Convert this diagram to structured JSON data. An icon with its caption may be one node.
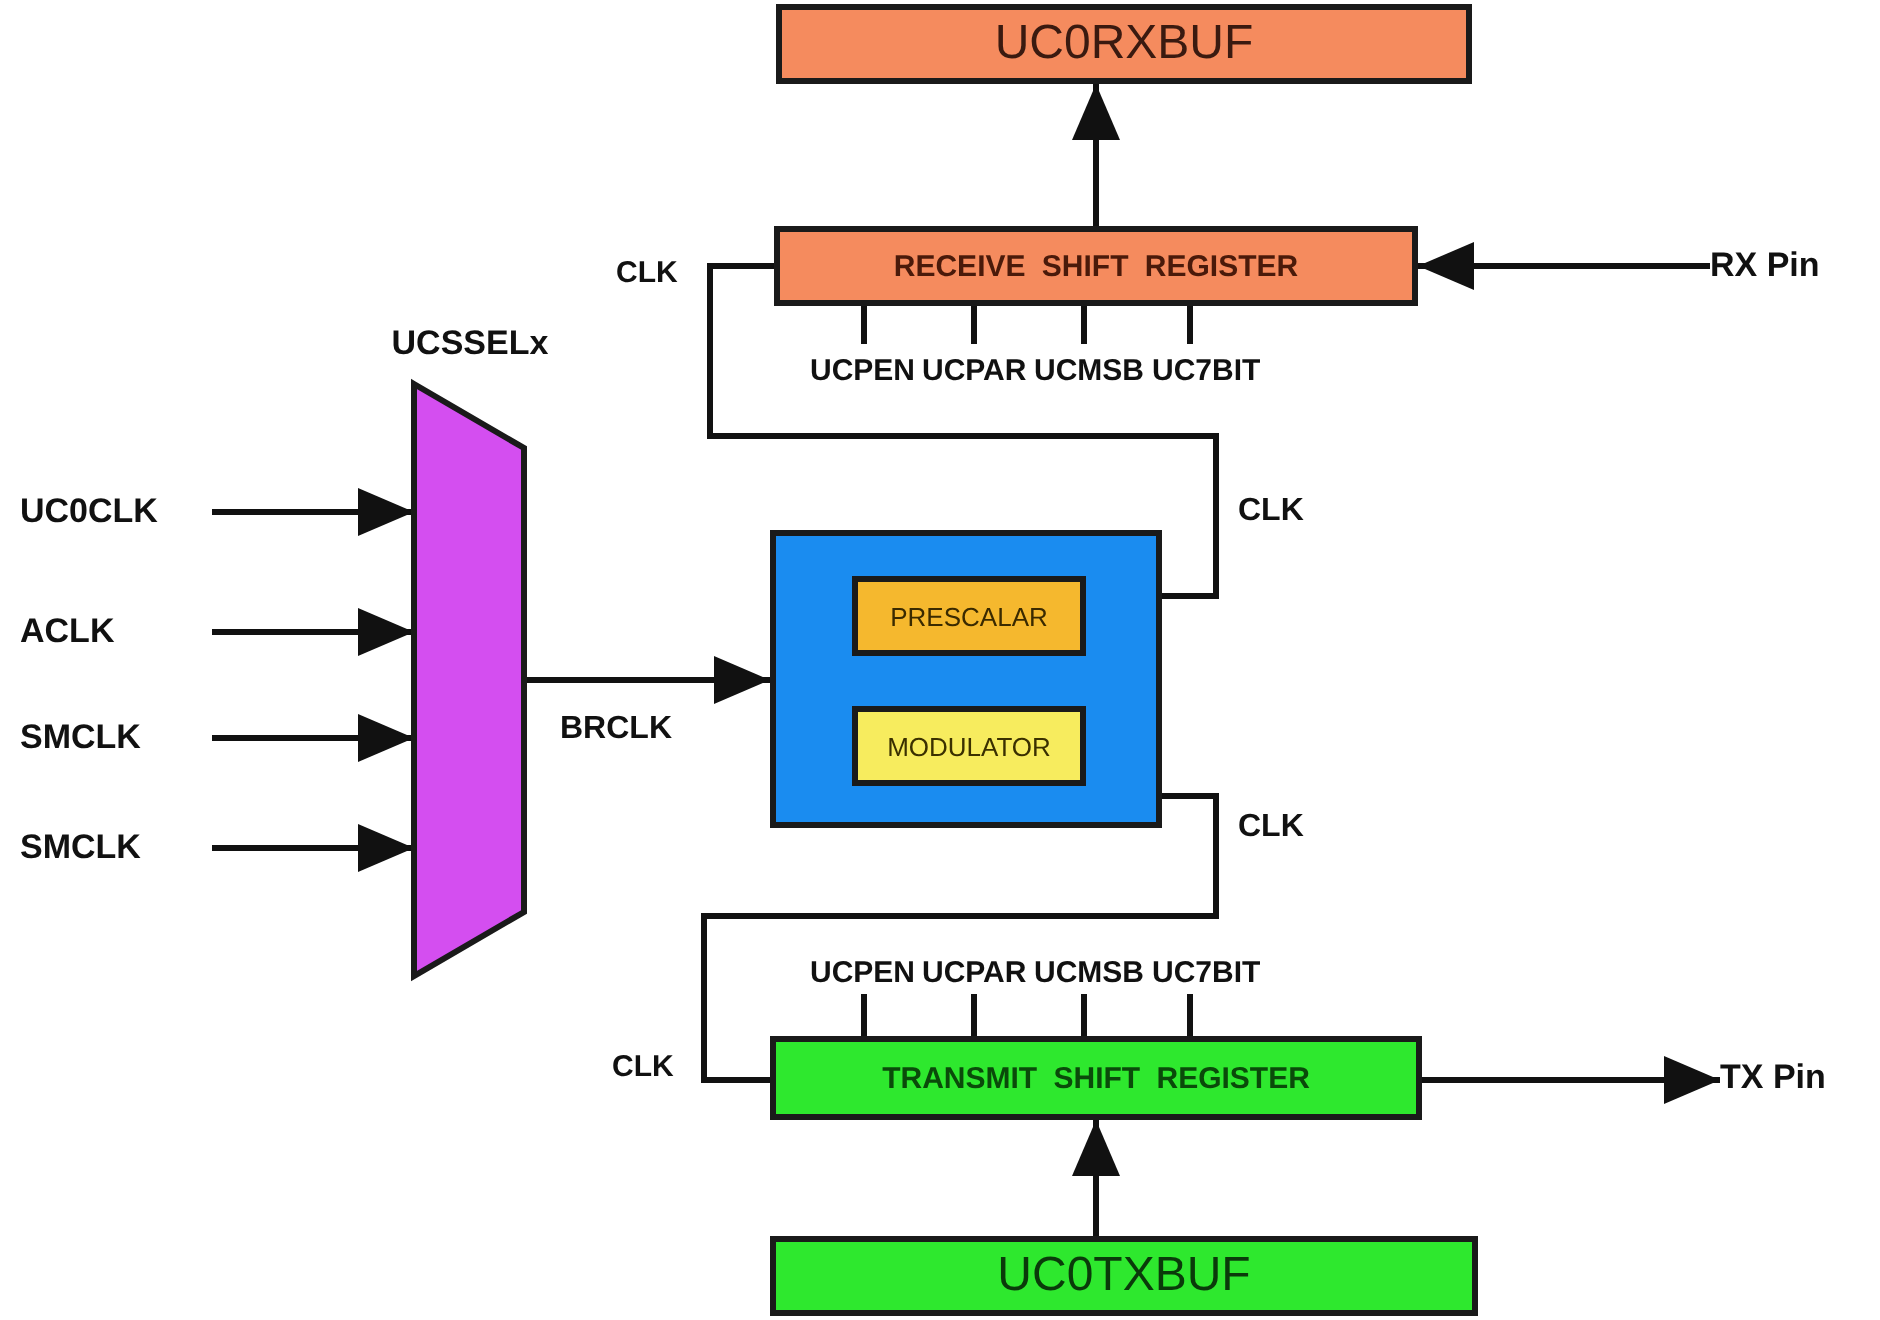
{
  "diagram": {
    "nodes": [
      {
        "text": [
          "UC0RXBUF"
        ]
      },
      {
        "text": [
          "RECEIVE SHIFT REGISTER"
        ]
      },
      {
        "text": [
          "UCSSELx"
        ]
      },
      {
        "text": [],
        "shape": "box"
      },
      {
        "text": [
          "PRESCALAR"
        ],
        "in": 3
      },
      {
        "text": [
          "MODULATOR"
        ],
        "in": 3
      },
      {
        "text": [
          "TRANSMIT SHIFT REGISTER"
        ]
      },
      {
        "text": [
          "UC0TXBUF"
        ]
      },
      {
        "text": [
          "RX Pin"
        ]
      },
      {
        "text": [
          "TX Pin"
        ]
      },
      {
        "text": [
          "UC0CLK"
        ]
      },
      {
        "text": [
          "ACLK"
        ]
      },
      {
        "text": [
          "SMCLK"
        ]
      },
      {
        "text": [
          "SMCLK"
        ]
      }
    ],
    "edges": [
      {
        "from": 1,
        "to": 0,
        "arrow": "to"
      },
      {
        "from": 8,
        "to": 1,
        "arrow": "to"
      },
      {
        "from": 10,
        "to": 2,
        "arrow": "to"
      },
      {
        "from": 11,
        "to": 2,
        "arrow": "to"
      },
      {
        "from": 12,
        "to": 2,
        "arrow": "to"
      },
      {
        "from": 13,
        "to": 2,
        "arrow": "to"
      },
      {
        "from": 2,
        "to": 3,
        "arrow": "to",
        "label": "BRCLK"
      },
      {
        "from": 3,
        "to": 1,
        "arrow": "none",
        "label": "CLK"
      },
      {
        "from": 3,
        "to": 6,
        "arrow": "none",
        "label": "CLK"
      },
      {
        "from": 6,
        "to": 9,
        "arrow": "to"
      },
      {
        "from": 7,
        "to": 6,
        "arrow": "to"
      }
    ],
    "labels": [
      "CLK",
      "UCPEN",
      "UCPAR",
      "UCMSB",
      "UC7BIT",
      "UCPEN",
      "UCPAR",
      "UCMSB",
      "UC7BIT",
      "CLK"
    ]
  }
}
